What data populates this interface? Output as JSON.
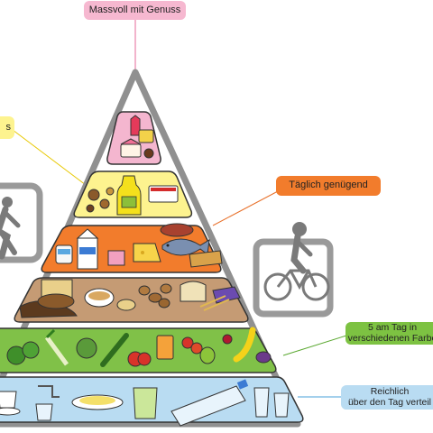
{
  "callouts": {
    "top": "Massvoll mit Genuss",
    "left": "s",
    "orange": "Täglich genügend",
    "green_line1": "5 am Tag in",
    "green_line2": "verschiedenen Farbe",
    "blue_line1": "Reichlich",
    "blue_line2": "über den Tag verteil"
  },
  "tiers": [
    {
      "name": "sweets-tier",
      "color": "#f4b6cf"
    },
    {
      "name": "oils-nuts-tier",
      "color": "#fdf38f"
    },
    {
      "name": "protein-tier",
      "color": "#f27c2c"
    },
    {
      "name": "grains-tier",
      "color": "#c59b74"
    },
    {
      "name": "fruits-vegetables-tier",
      "color": "#80c148"
    },
    {
      "name": "drinks-tier",
      "color": "#b9dcf2"
    }
  ],
  "colors": {
    "outline": "#909090",
    "callout_pink": "#f6b8d0",
    "callout_yellow": "#fdf38f",
    "callout_orange": "#f27c2c",
    "callout_green": "#7dc242",
    "callout_blue": "#b9dcf2",
    "leader_pink": "#e56a9a",
    "leader_yellow": "#e8c800",
    "leader_orange": "#e8702a",
    "leader_green": "#5aa830",
    "leader_blue": "#4aa0d8"
  },
  "icons": {
    "left_figure": "walking-person-icon",
    "right_figure": "cyclist-icon"
  }
}
